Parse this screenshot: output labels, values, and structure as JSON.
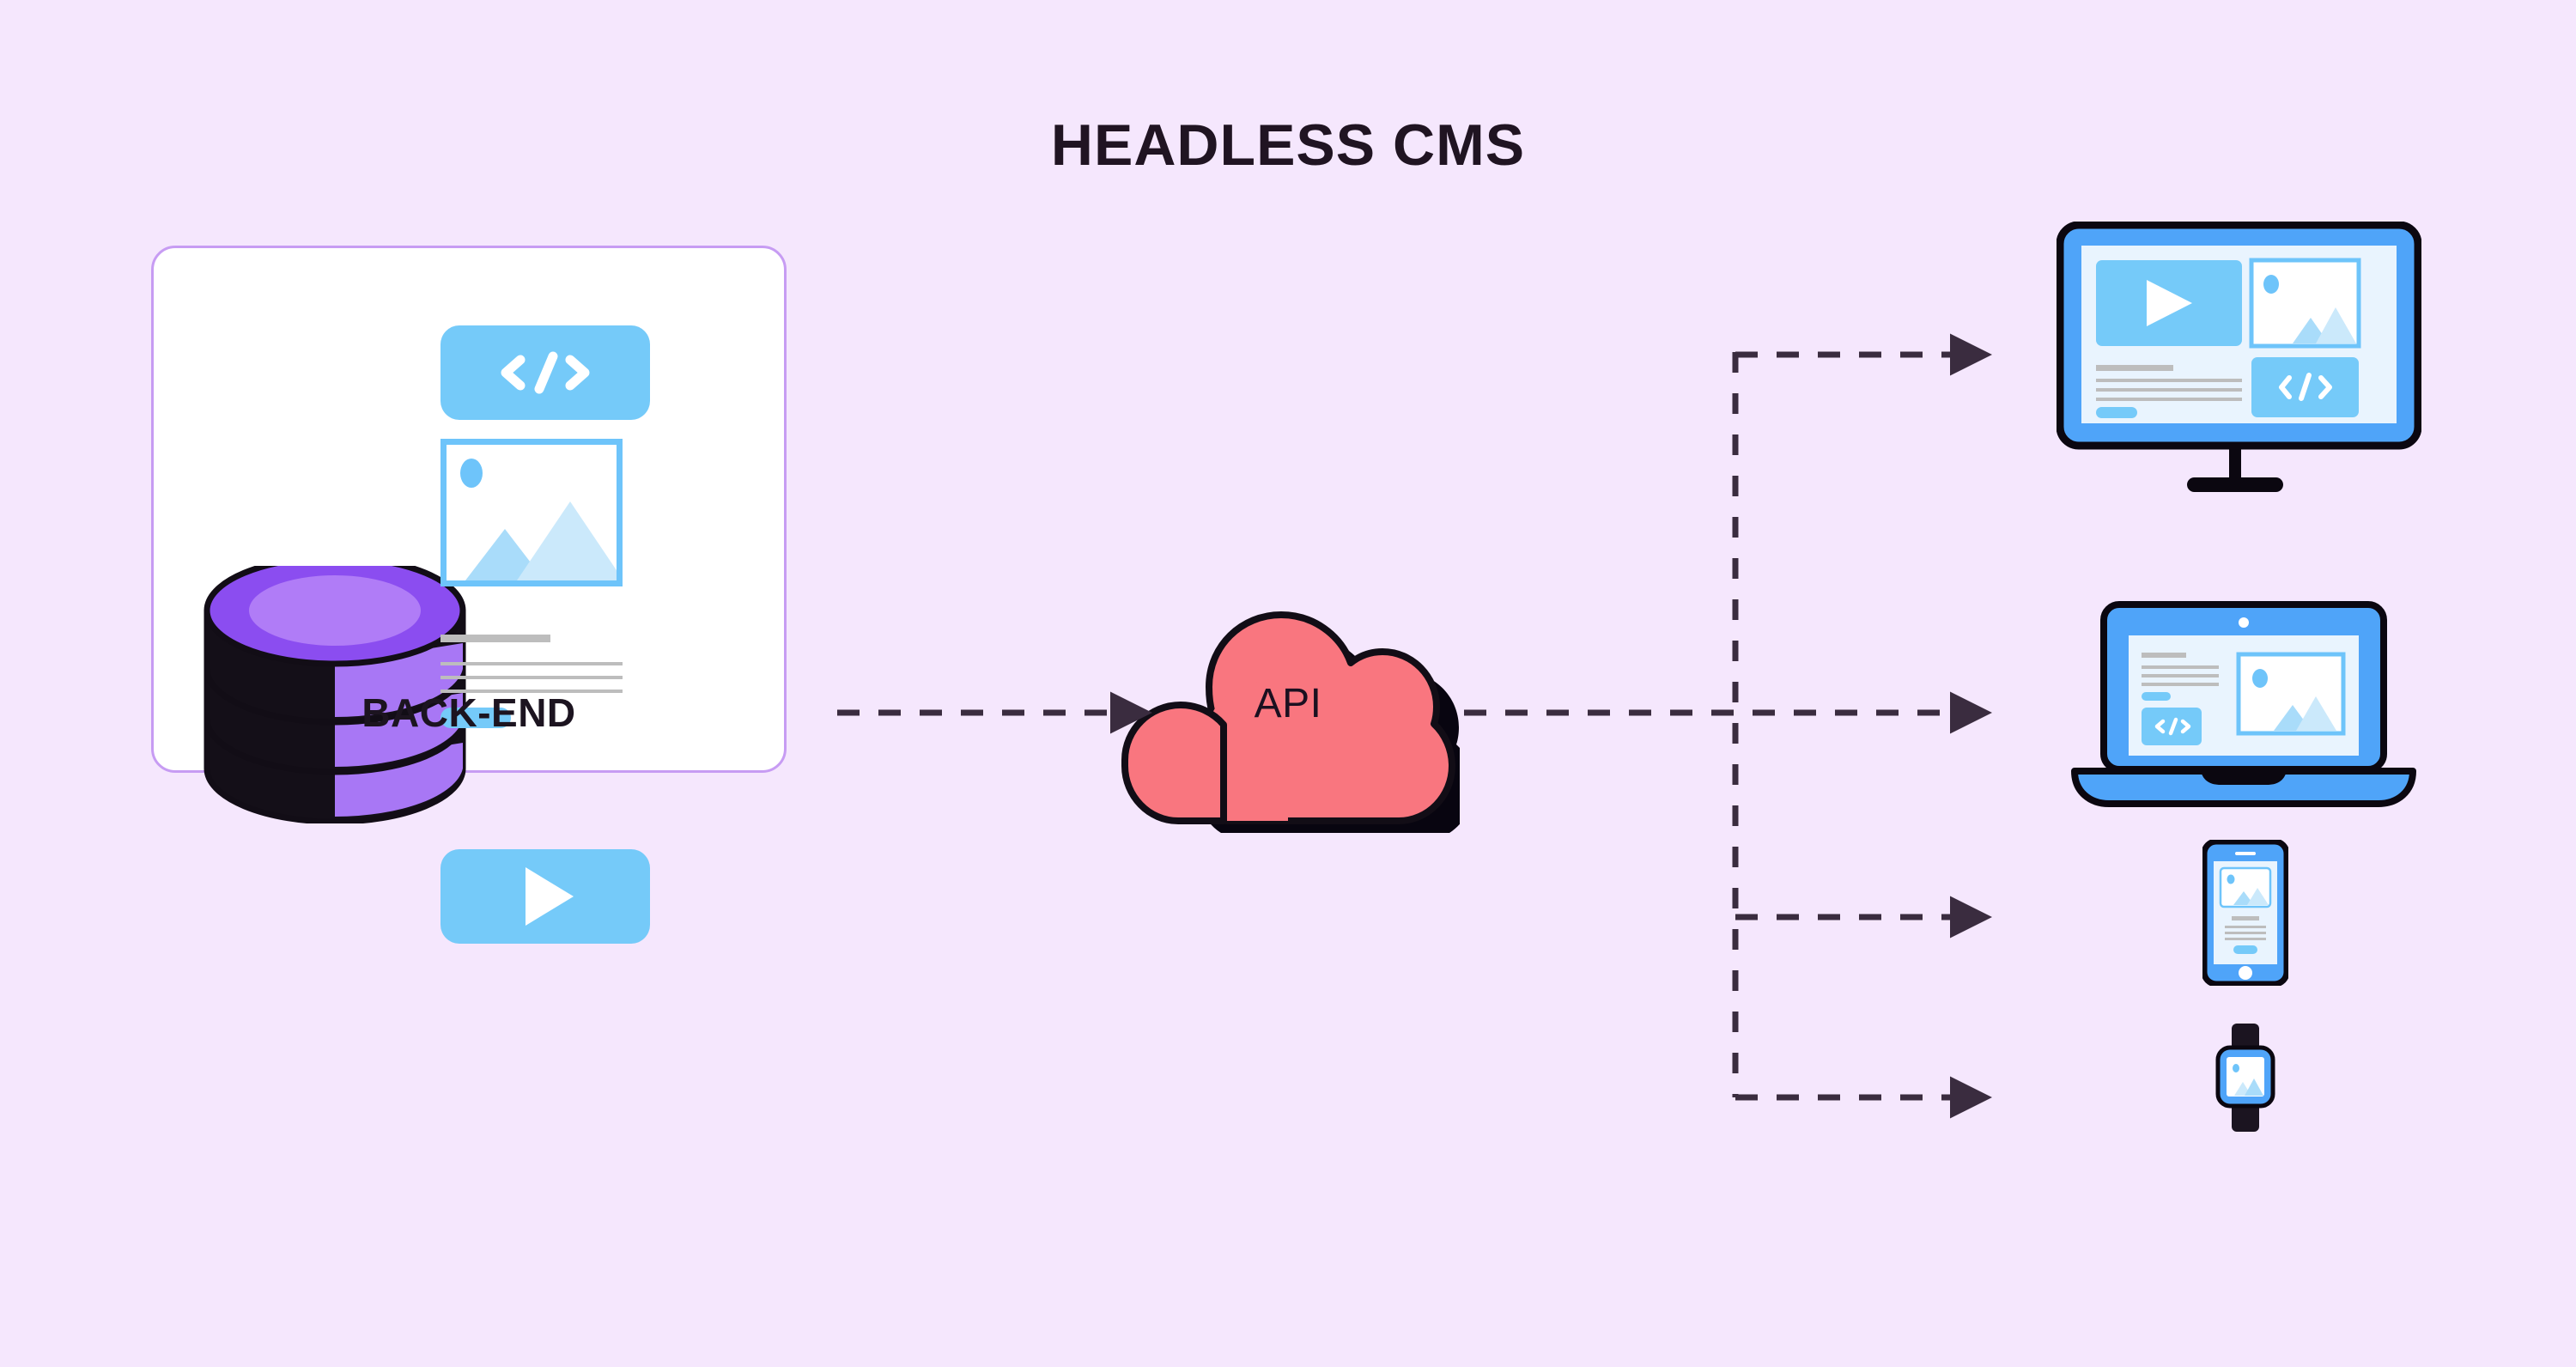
{
  "page": {
    "title": "HEADLESS CMS",
    "background_color": "#f5e7fd"
  },
  "backend": {
    "label": "BACK-END",
    "card_bg": "#ffffff",
    "card_border_color": "#c79cf3",
    "database": {
      "icon": "database-cylinder-icon",
      "top_color": "#8b4df0",
      "inner_top_color": "#b07cf7",
      "body_dark_color": "#140f18",
      "body_light_color": "#a877f5"
    },
    "blocks": [
      {
        "name": "code-tile",
        "icon": "code-icon",
        "glyph": "< /> ",
        "color": "#75caf9"
      },
      {
        "name": "image-placeholder",
        "icon": "image-icon",
        "border_color": "#6ec4fa"
      },
      {
        "name": "text-lines",
        "icon": "text-lines-icon",
        "line_color": "#bdbdbd",
        "line_count": 4
      },
      {
        "name": "button-pill",
        "icon": "pill-button-icon",
        "color": "#75caf9"
      },
      {
        "name": "video-tile",
        "icon": "play-icon",
        "color": "#75caf9"
      }
    ]
  },
  "api": {
    "label": "API",
    "icon": "cloud-icon",
    "cloud_color": "#f9767f",
    "outline_color": "#140f18",
    "shadow_color": "#0b0710"
  },
  "connectors": {
    "line_color": "#3a2c3f",
    "style": "dashed",
    "arrow_icon": "arrow-right-icon",
    "edges": [
      {
        "name": "backend-to-api",
        "from": "backend",
        "to": "api"
      },
      {
        "name": "api-to-bus",
        "from": "api",
        "to": "distribution-bus"
      },
      {
        "name": "bus-to-monitor",
        "from": "distribution-bus",
        "to": "monitor"
      },
      {
        "name": "bus-to-laptop",
        "from": "distribution-bus",
        "to": "laptop"
      },
      {
        "name": "bus-to-phone",
        "from": "distribution-bus",
        "to": "phone"
      },
      {
        "name": "bus-to-watch",
        "from": "distribution-bus",
        "to": "watch"
      }
    ]
  },
  "devices": [
    {
      "name": "monitor",
      "icon": "desktop-monitor-icon",
      "frame_color": "#140f18",
      "bezel_color": "#4fa4f9",
      "screen_color": "#e9f4fe",
      "panels": [
        "video-tile",
        "image-placeholder",
        "text-lines",
        "button-pill",
        "code-tile"
      ]
    },
    {
      "name": "laptop",
      "icon": "laptop-icon",
      "frame_color": "#140f18",
      "bezel_color": "#4fa4f9",
      "screen_color": "#e9f4fe",
      "panels": [
        "text-lines",
        "button-pill",
        "code-tile",
        "image-placeholder"
      ]
    },
    {
      "name": "phone",
      "icon": "smartphone-icon",
      "frame_color": "#140f18",
      "bezel_color": "#4fa4f9",
      "screen_color": "#e9f4fe",
      "panels": [
        "image-placeholder",
        "text-lines",
        "button-pill"
      ]
    },
    {
      "name": "watch",
      "icon": "smartwatch-icon",
      "strap_color": "#1b1420",
      "bezel_color": "#4fa4f9",
      "screen_color": "#ffffff",
      "panels": [
        "image-placeholder"
      ]
    }
  ],
  "palette": {
    "accent_blue": "#75caf9",
    "device_blue": "#4fa4f9",
    "purple": "#8b4df0",
    "coral": "#f9767f",
    "ink": "#1b1420",
    "lavender_bg": "#f5e7fd"
  }
}
